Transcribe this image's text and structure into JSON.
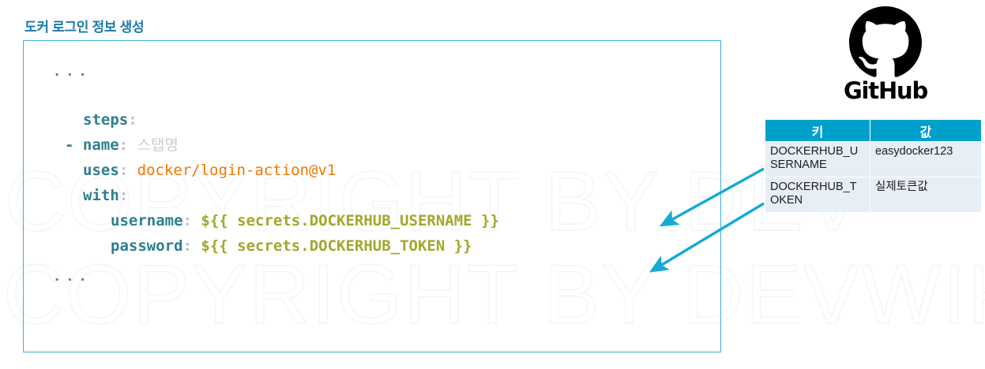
{
  "page": {
    "title": "도커 로그인 정보 생성",
    "watermark_lines": [
      "COPYRIGHT BY DEV",
      "COPYRIGHT BY DEVWIKI"
    ],
    "accent_color": "#00a0cc",
    "title_color": "#1a7aa8",
    "code_border_color": "#39b2d4",
    "arrow_color": "#16a9d4"
  },
  "code": {
    "ellipsis_top": "...",
    "ellipsis_bottom": "...",
    "lines": [
      {
        "key": "steps",
        "colon": ":",
        "value": "",
        "value_kind": "none"
      },
      {
        "dash": "-",
        "key": "name",
        "colon": ":",
        "value": "스탭명",
        "value_kind": "placeholder"
      },
      {
        "key": "uses",
        "colon": ":",
        "value": "docker/login-action@v1",
        "value_kind": "string"
      },
      {
        "key": "with",
        "colon": ":",
        "value": "",
        "value_kind": "none"
      },
      {
        "key": "username",
        "colon": ":",
        "value": "${{ secrets.DOCKERHUB_USERNAME }}",
        "value_kind": "expression"
      },
      {
        "key": "password",
        "colon": ":",
        "value": "${{ secrets.DOCKERHUB_TOKEN }}",
        "value_kind": "expression"
      }
    ]
  },
  "github": {
    "wordmark": "GitHub",
    "logo_name": "github-octocat-icon"
  },
  "secrets_table": {
    "headers": [
      "키",
      "값"
    ],
    "rows": [
      {
        "key": "DOCKERHUB_USERNAME",
        "value": "easydocker123"
      },
      {
        "key": "DOCKERHUB_TOKEN",
        "value": "실제토큰값"
      }
    ]
  },
  "annotations": {
    "arrows": [
      {
        "name": "arrow-username",
        "from_row": 0,
        "to_line": "username"
      },
      {
        "name": "arrow-token",
        "from_row": 1,
        "to_line": "password"
      }
    ]
  }
}
